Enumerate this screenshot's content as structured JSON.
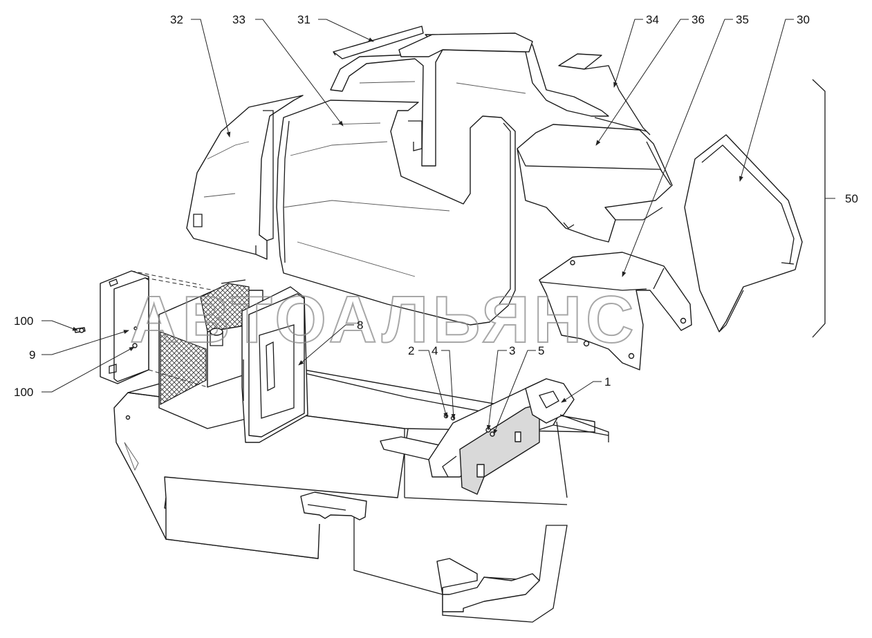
{
  "labels": [
    {
      "id": "32",
      "text": "32"
    },
    {
      "id": "33",
      "text": "33"
    },
    {
      "id": "31",
      "text": "31"
    },
    {
      "id": "34",
      "text": "34"
    },
    {
      "id": "36",
      "text": "36"
    },
    {
      "id": "35",
      "text": "35"
    },
    {
      "id": "30",
      "text": "30"
    },
    {
      "id": "50",
      "text": "50"
    },
    {
      "id": "100a",
      "text": "100"
    },
    {
      "id": "9",
      "text": "9"
    },
    {
      "id": "100b",
      "text": "100"
    },
    {
      "id": "8",
      "text": "8"
    },
    {
      "id": "2",
      "text": "2"
    },
    {
      "id": "4",
      "text": "4"
    },
    {
      "id": "3",
      "text": "3"
    },
    {
      "id": "5",
      "text": "5"
    },
    {
      "id": "1",
      "text": "1"
    }
  ],
  "watermark": "АВТОАЛЬЯНС"
}
